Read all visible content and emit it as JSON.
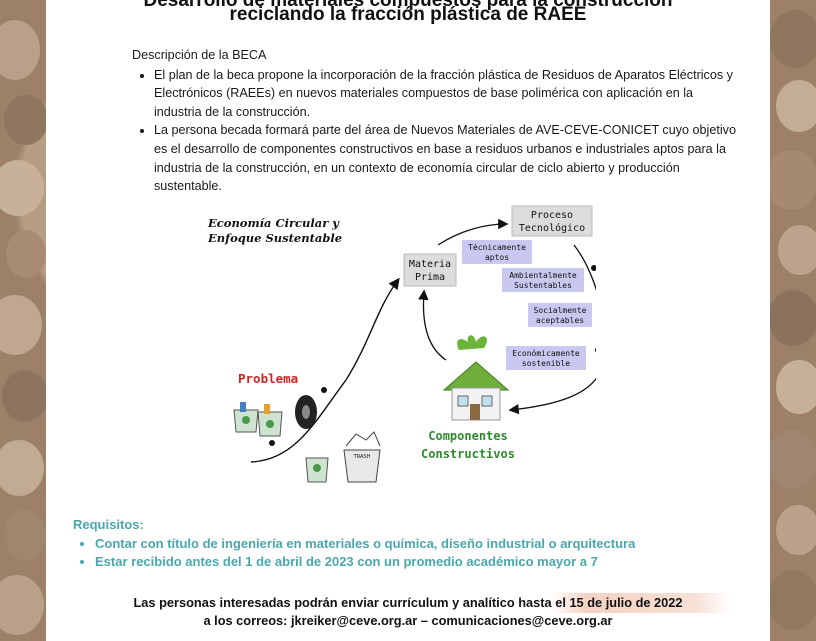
{
  "header": {
    "title_top_clipped": "Desarrollo de materiales compuestos para la construcción",
    "title": "reciclando la fracción plástica de RAEE"
  },
  "description": {
    "heading": "Descripción de la BECA",
    "bullets": [
      "El plan de la beca propone la incorporación de la fracción plástica de Residuos de Aparatos Eléctricos y Electrónicos (RAEEs) en nuevos materiales compuestos de base polimérica con aplicación en la industria de la construcción.",
      "La persona becada formará parte del área de Nuevos Materiales de AVE-CEVE-CONICET cuyo objetivo es el  desarrollo de componentes constructivos en base a residuos urbanos e industriales aptos para la industria de la construcción, en un contexto de economía circular de ciclo abierto y producción sustentable."
    ]
  },
  "diagram": {
    "header": [
      "Economía Circular y",
      "Enfoque Sustentable"
    ],
    "problema": "Problema",
    "materia_prima": [
      "Materia",
      "Prima"
    ],
    "proceso": [
      "Proceso",
      "Tecnológico"
    ],
    "criteria": [
      [
        "Técnicamente",
        "aptos"
      ],
      [
        "Ambientalmente",
        "Sustentables"
      ],
      [
        "Socialmente",
        "aceptables"
      ],
      [
        "Económicamente",
        "sostenible"
      ]
    ],
    "componentes": [
      "Componentes",
      "Constructivos"
    ],
    "trash_label": "TRASH",
    "colors": {
      "problema": "#d0231f",
      "componentes": "#2f8a2f",
      "criteria_bg": "#c8c8f0",
      "box_bg": "#dcdcdc"
    }
  },
  "requirements": {
    "heading": "Requisitos:",
    "items": [
      "Contar con título de ingeniería en materiales o química, diseño industrial o arquitectura",
      "Estar recibido antes del 1 de abril de 2023 con un promedio académico mayor a 7"
    ],
    "color": "#4aa7ad"
  },
  "footer": {
    "line1": "Las personas interesadas podrán enviar currículum y analítico hasta el 15 de julio de 2022",
    "line2": "a los correos:  jkreiker@ceve.org.ar – comunicaciones@ceve.org.ar"
  }
}
